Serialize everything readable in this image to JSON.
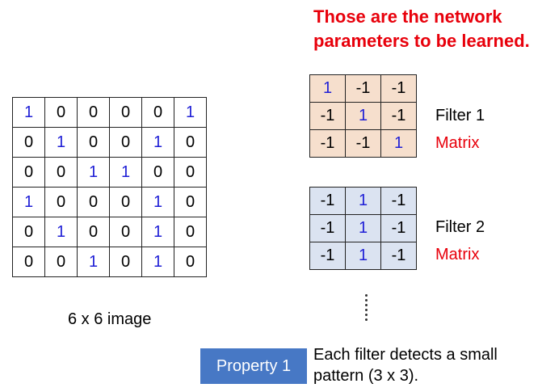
{
  "headline": {
    "line1": "Those are the network",
    "line2": "parameters to be learned."
  },
  "image": {
    "matrix": [
      [
        "1",
        "0",
        "0",
        "0",
        "0",
        "1"
      ],
      [
        "0",
        "1",
        "0",
        "0",
        "1",
        "0"
      ],
      [
        "0",
        "0",
        "1",
        "1",
        "0",
        "0"
      ],
      [
        "1",
        "0",
        "0",
        "0",
        "1",
        "0"
      ],
      [
        "0",
        "1",
        "0",
        "0",
        "1",
        "0"
      ],
      [
        "0",
        "0",
        "1",
        "0",
        "1",
        "0"
      ]
    ],
    "caption": "6 x 6 image"
  },
  "filters": [
    {
      "label": "Filter 1",
      "sublabel": "Matrix",
      "matrix": [
        [
          "1",
          "-1",
          "-1"
        ],
        [
          "-1",
          "1",
          "-1"
        ],
        [
          "-1",
          "-1",
          "1"
        ]
      ],
      "cell_color": "#f6dfcd"
    },
    {
      "label": "Filter 2",
      "sublabel": "Matrix",
      "matrix": [
        [
          "-1",
          "1",
          "-1"
        ],
        [
          "-1",
          "1",
          "-1"
        ],
        [
          "-1",
          "1",
          "-1"
        ]
      ],
      "cell_color": "#dbe3f1"
    }
  ],
  "property": {
    "badge": "Property 1",
    "desc_line1": "Each filter detects a small",
    "desc_line2": "pattern (3 x 3)."
  },
  "colors": {
    "highlight_one": "#1f1fd6",
    "headline_red": "#e8000b",
    "badge_blue": "#4778c5"
  }
}
